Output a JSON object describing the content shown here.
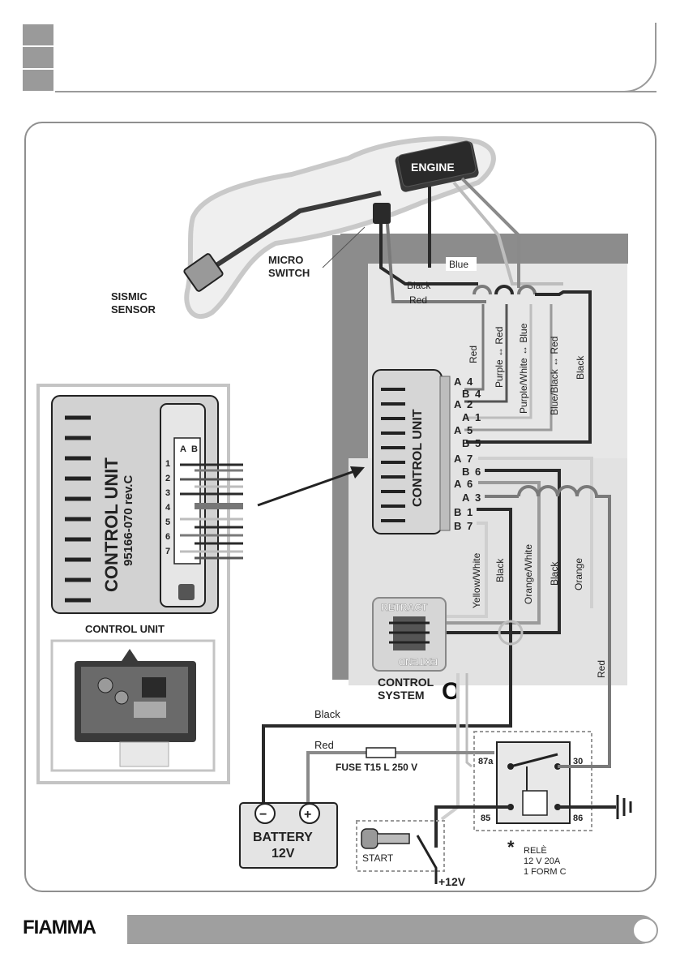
{
  "labels": {
    "engine": "ENGINE",
    "micro_switch_1": "MICRO",
    "micro_switch_2": "SWITCH",
    "sismic_1": "SISMIC",
    "sismic_2": "SENSOR",
    "control_unit": "CONTROL UNIT",
    "control_unit_model_1": "CONTROL UNIT",
    "control_unit_model_2": "95166-070 rev.C",
    "control_unit_caption": "CONTROL UNIT",
    "retract": "RETRACT",
    "extend": "EXTEND",
    "control_system_1": "CONTROL",
    "control_system_2": "SYSTEM",
    "control_system_mark": "O",
    "battery_1": "BATTERY",
    "battery_2": "12V",
    "fuse": "FUSE T15 L 250 V",
    "start": "START",
    "plus12v": "+12V",
    "relay_star": "*",
    "relay_1": "RELÈ",
    "relay_2": "12 V  20A",
    "relay_3": "1 FORM C",
    "minus": "−",
    "plus": "+",
    "logo": "FIAMMA"
  },
  "wires": {
    "blue": "Blue",
    "black_top": "Black",
    "red_top": "Red",
    "red_v": "Red",
    "purple_red": "Purple ↔ Red",
    "purplewhite_blue": "Purple/White ↔ Blue",
    "blueblack_red": "Blue/Black ↔ Red",
    "black_v": "Black",
    "yellow_white": "Yellow/White",
    "black_mid1": "Black",
    "orange_white": "Orange/White",
    "black_mid2": "Black",
    "orange": "Orange",
    "red_right": "Red",
    "black_bottom": "Black",
    "red_bottom": "Red"
  },
  "pins": [
    {
      "side": "A",
      "num": "4"
    },
    {
      "side": "B",
      "num": "4"
    },
    {
      "side": "A",
      "num": "2"
    },
    {
      "side": "A",
      "num": "1"
    },
    {
      "side": "A",
      "num": "5"
    },
    {
      "side": "B",
      "num": "5"
    },
    {
      "side": "A",
      "num": "7"
    },
    {
      "side": "B",
      "num": "6"
    },
    {
      "side": "A",
      "num": "6"
    },
    {
      "side": "A",
      "num": "3"
    },
    {
      "side": "B",
      "num": "1"
    },
    {
      "side": "B",
      "num": "7"
    }
  ],
  "connector": {
    "col_a": "A",
    "col_b": "B",
    "rows": [
      "1",
      "2",
      "3",
      "4",
      "5",
      "6",
      "7"
    ]
  },
  "relay_pins": {
    "p87a": "87a",
    "p30": "30",
    "p85": "85",
    "p86": "86"
  },
  "colors": {
    "wire_dark": "#2a2a2a",
    "wire_gray": "#7a7a7a",
    "wire_light": "#bdbdbd",
    "panel": "#e7e7e7",
    "frame": "#8f8f8f"
  }
}
